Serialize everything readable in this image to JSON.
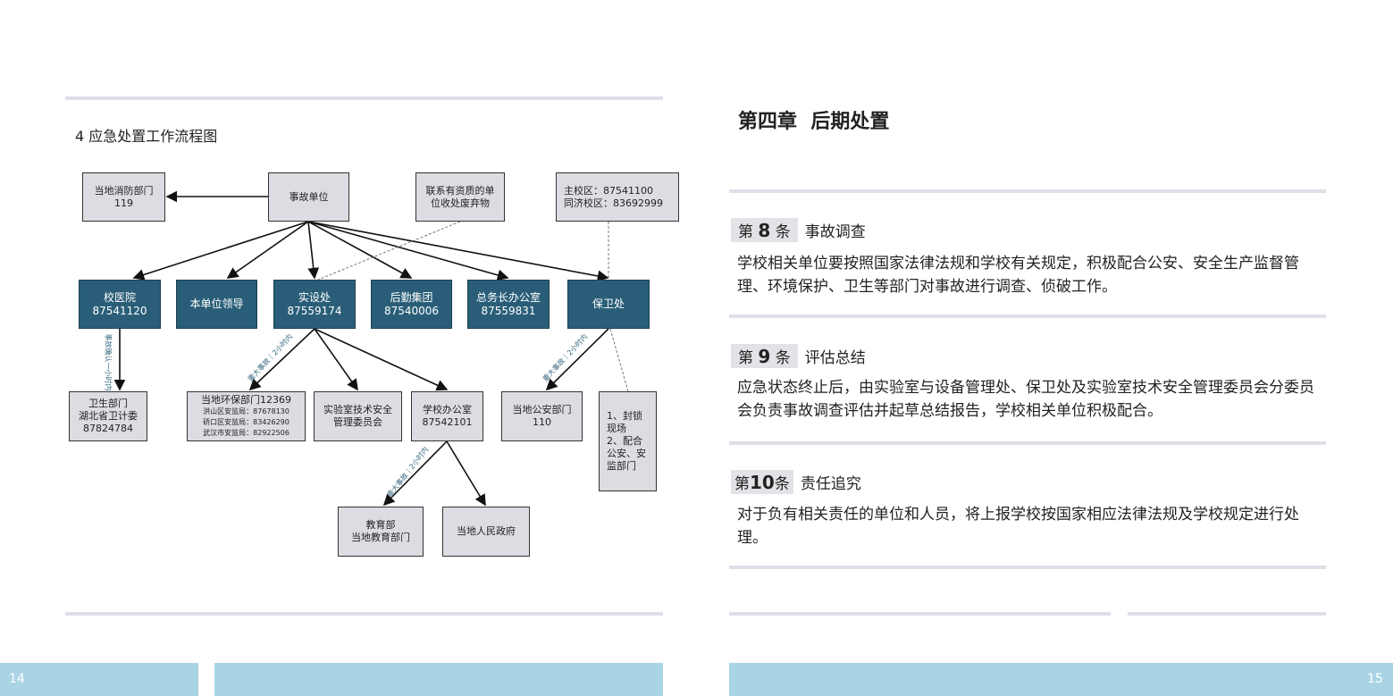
{
  "left_page": {
    "page_number": "14",
    "title": "4 应急处置工作流程图",
    "flowchart": {
      "fire": [
        "当地消防部门",
        "119"
      ],
      "accident_unit": "事故单位",
      "waste": [
        "联系有资质的单",
        "位收处废弃物"
      ],
      "campus": [
        "主校区：87541100",
        "同济校区：83692999"
      ],
      "hospital": [
        "校医院",
        "87541120"
      ],
      "leader": "本单位领导",
      "shishe": [
        "实设处",
        "87559174"
      ],
      "houqin": [
        "后勤集团",
        "87540006"
      ],
      "zongwu": [
        "总务长办公室",
        "87559831"
      ],
      "baowei": "保卫处",
      "health": [
        "卫生部门",
        "湖北省卫计委",
        "87824784"
      ],
      "env": [
        "当地环保部门12369",
        "洪山区安监局：87678130",
        "硚口区安监局：83426290",
        "武汉市安监局：82922506"
      ],
      "labsafety": [
        "实验室技术安全",
        "管理委员会"
      ],
      "schooloffice": [
        "学校办公室",
        "87542101"
      ],
      "police": [
        "当地公安部门",
        "110"
      ],
      "seal": [
        "1、封锁",
        "现场",
        "2、配合",
        "公安、安",
        "监部门"
      ],
      "edu": [
        "教育部",
        "当地教育部门"
      ],
      "gov": "当地人民政府",
      "label_one_hour": "事故确认一小时内",
      "label_major": "重大事故｜2小时内"
    }
  },
  "right_page": {
    "page_number": "15",
    "chapter_title": "第四章  后期处置",
    "articles": [
      {
        "prefix": "第",
        "num": "8",
        "suffix": "条",
        "title": "事故调查",
        "body": "学校相关单位要按照国家法律法规和学校有关规定，积极配合公安、安全生产监督管理、环境保护、卫生等部门对事故进行调查、侦破工作。"
      },
      {
        "prefix": "第",
        "num": "9",
        "suffix": "条",
        "title": "评估总结",
        "body": "应急状态终止后，由实验室与设备管理处、保卫处及实验室技术安全管理委员会分委员会负责事故调查评估并起草总结报告，学校相关单位积极配合。"
      },
      {
        "prefix": "第",
        "num": "10",
        "suffix": "条",
        "title": "责任追究",
        "body": "对于负有相关责任的单位和人员，将上报学校按国家相应法律法规及学校规定进行处理。"
      }
    ]
  }
}
